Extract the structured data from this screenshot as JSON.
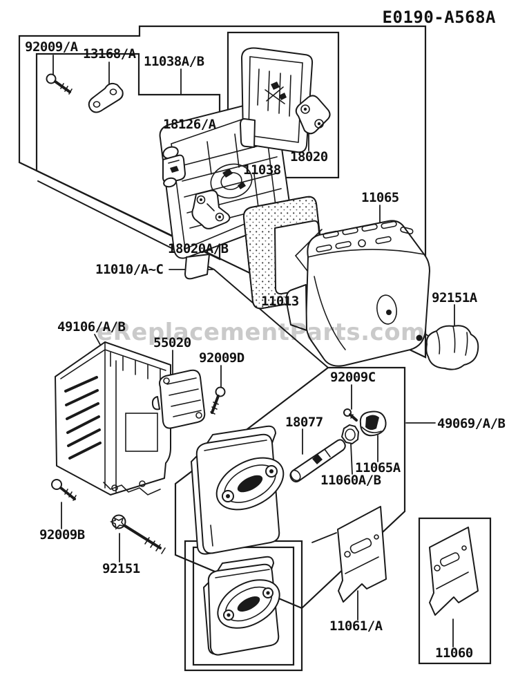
{
  "diagram": {
    "title": "E0190-A568A",
    "watermark": "eReplacementParts.com"
  },
  "colors": {
    "line": "#1a1a1a",
    "label": "#111111",
    "watermark": "#c4c4c4",
    "background": "#ffffff"
  },
  "parts": [
    {
      "id": "92009/A",
      "label": "92009/A"
    },
    {
      "id": "13168/A",
      "label": "13168/A"
    },
    {
      "id": "11038A/B",
      "label": "11038A/B"
    },
    {
      "id": "18126/A",
      "label": "18126/A"
    },
    {
      "id": "11038",
      "label": "11038"
    },
    {
      "id": "18020",
      "label": "18020"
    },
    {
      "id": "11065",
      "label": "11065"
    },
    {
      "id": "18020A/B",
      "label": "18020A/B"
    },
    {
      "id": "11010/A~C",
      "label": "11010/A~C"
    },
    {
      "id": "11013",
      "label": "11013"
    },
    {
      "id": "92151A",
      "label": "92151A"
    },
    {
      "id": "49106/A/B",
      "label": "49106/A/B"
    },
    {
      "id": "55020",
      "label": "55020"
    },
    {
      "id": "92009D",
      "label": "92009D"
    },
    {
      "id": "92009C",
      "label": "92009C"
    },
    {
      "id": "18077",
      "label": "18077"
    },
    {
      "id": "49069/A/B",
      "label": "49069/A/B"
    },
    {
      "id": "11065A",
      "label": "11065A"
    },
    {
      "id": "11060A/B",
      "label": "11060A/B"
    },
    {
      "id": "92009B",
      "label": "92009B"
    },
    {
      "id": "92151",
      "label": "92151"
    },
    {
      "id": "11061/A",
      "label": "11061/A"
    },
    {
      "id": "11060",
      "label": "11060"
    }
  ]
}
